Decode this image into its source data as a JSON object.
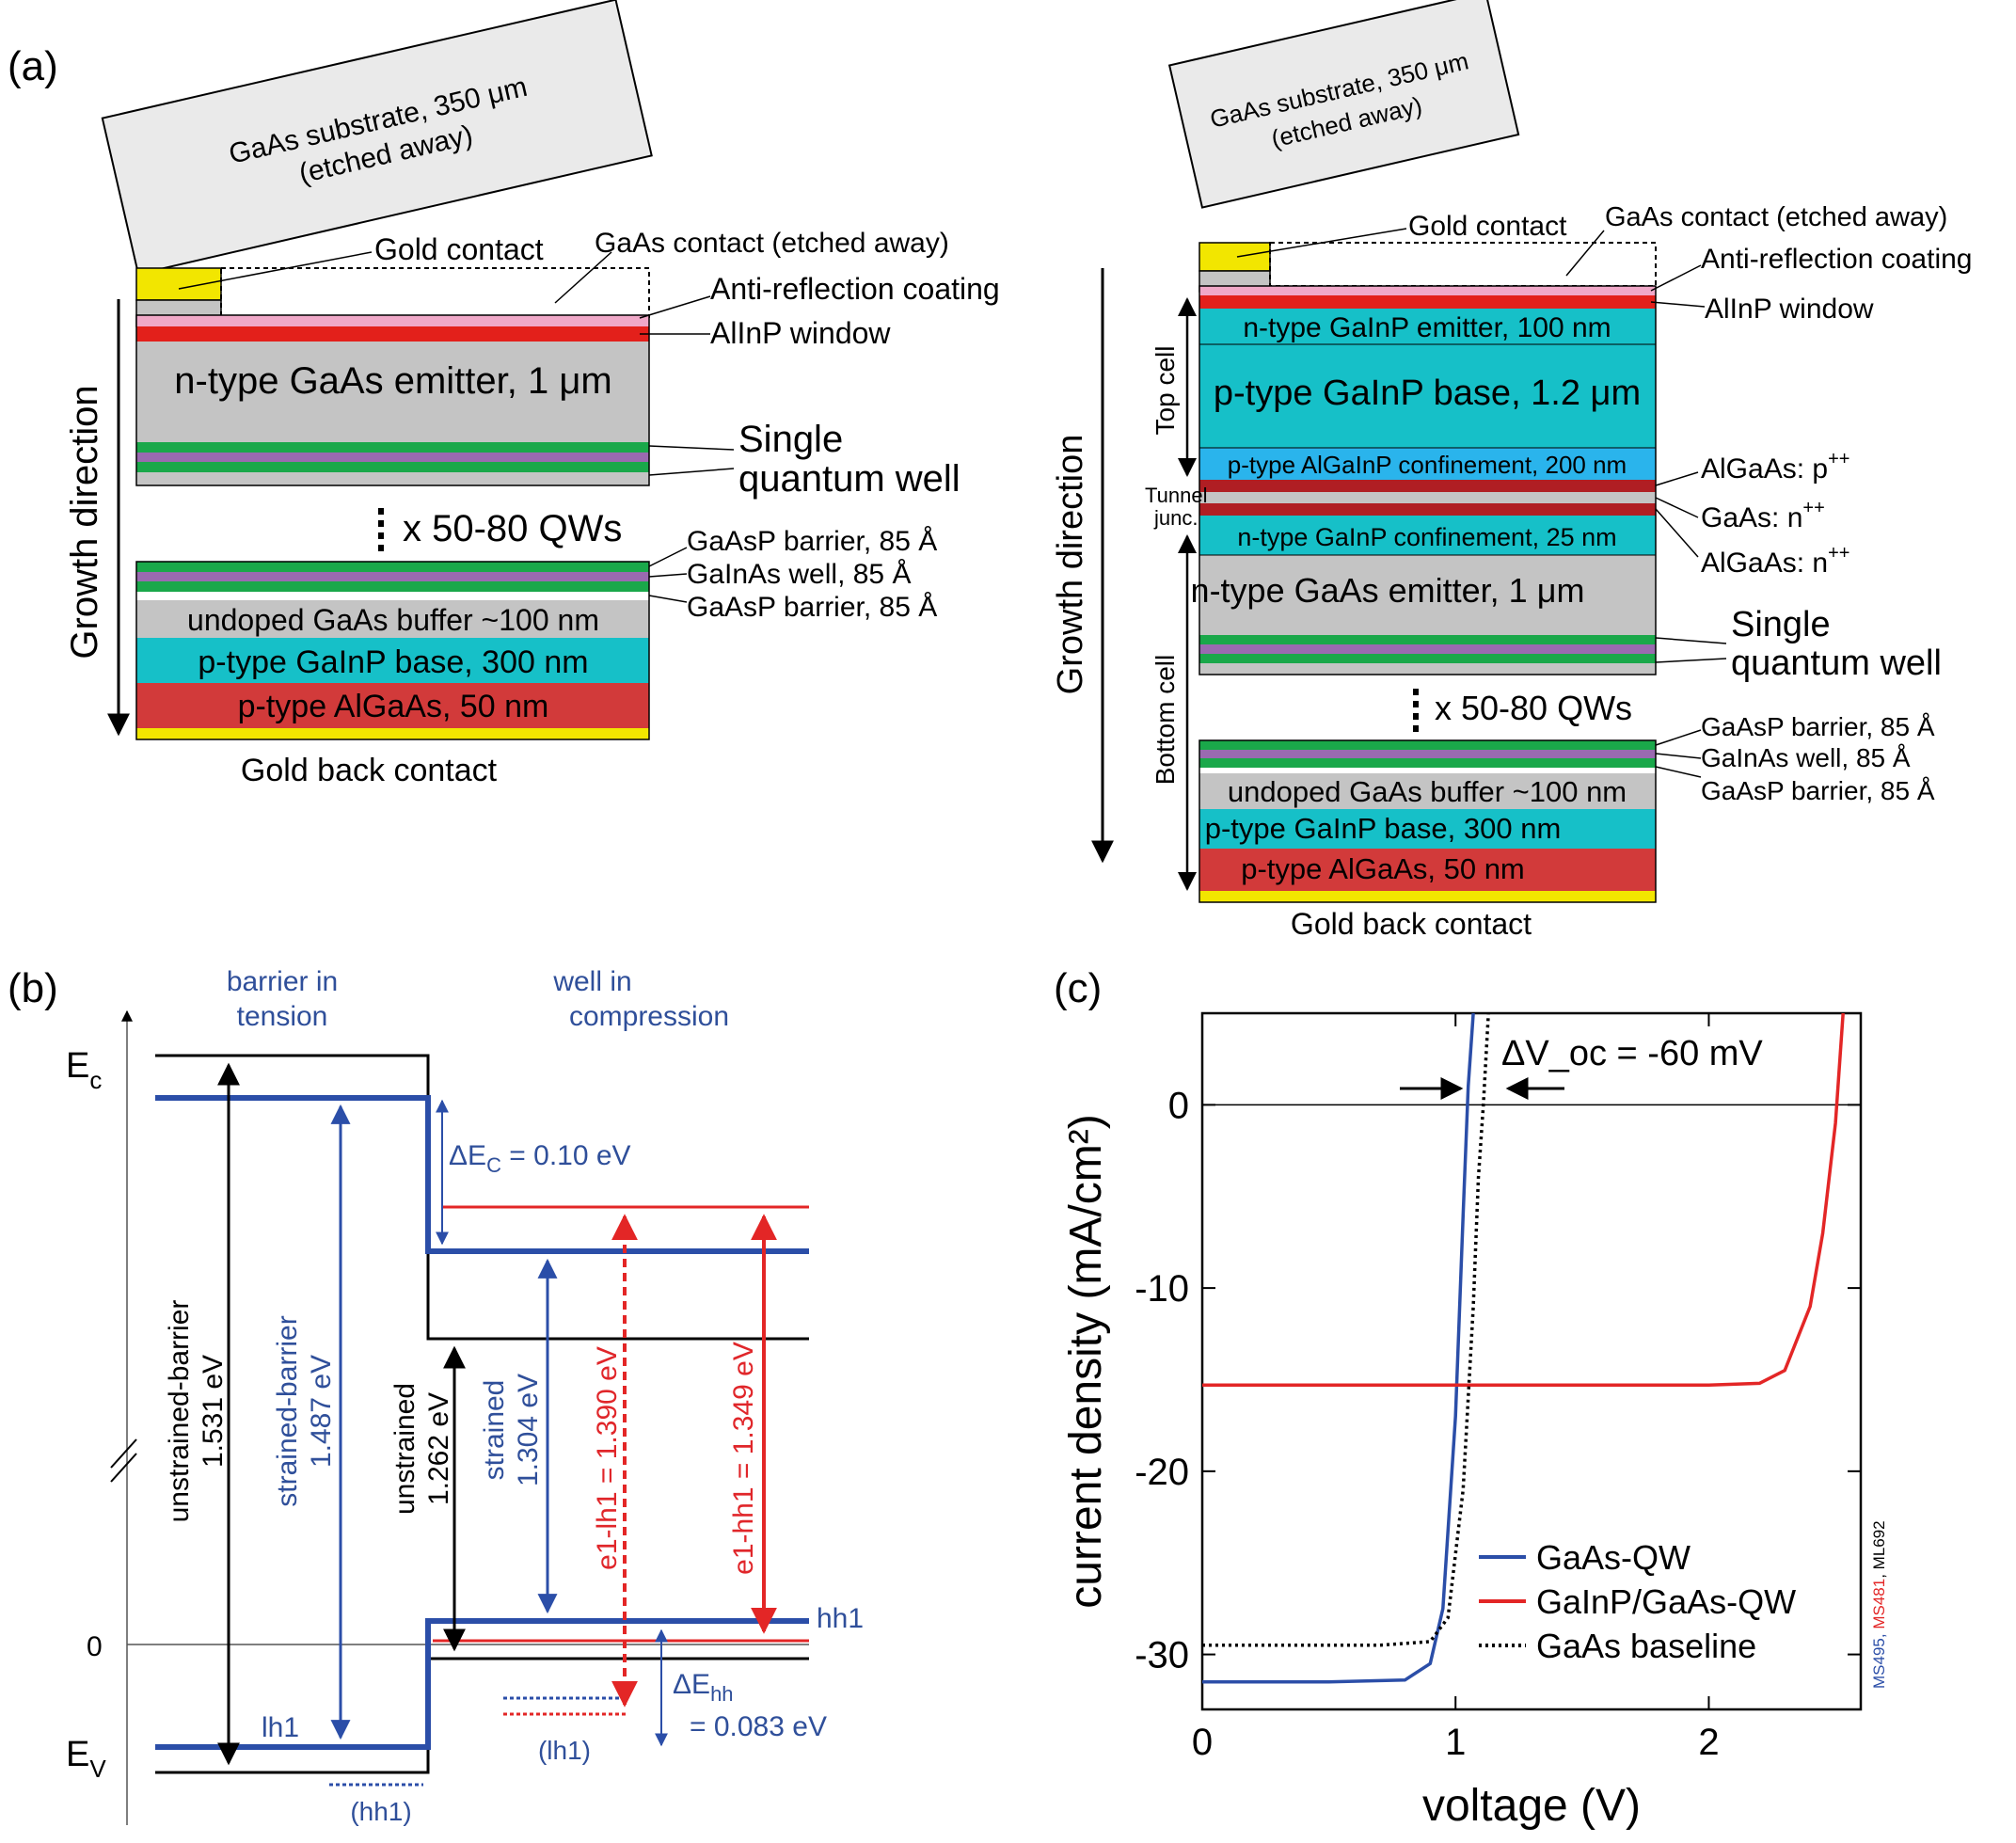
{
  "figure": {
    "panel_a_label": "(a)",
    "panel_b_label": "(b)",
    "panel_c_label": "(c)"
  },
  "colors": {
    "gold": "#f2e600",
    "gray_layer": "#c4c4c4",
    "pink_arc": "#f0a8c8",
    "red_window": "#e3201b",
    "green_barrier": "#1aa84a",
    "purple_well": "#9a6ab0",
    "teal_galnp": "#16c0c8",
    "blue_algainp": "#2ab4ec",
    "darkred_tunnel": "#b01e23",
    "red_algaas": "#d23a3a",
    "blue_text": "#2f4f9a",
    "red_text": "#e0262a",
    "line_blue": "#2b4ea8",
    "line_red": "#e32626"
  },
  "panel_a": {
    "left": {
      "substrate": [
        "GaAs substrate, 350 μm",
        "(etched away)"
      ],
      "gold_contact": "Gold contact",
      "gaas_contact": "GaAs contact (etched away)",
      "arc": "Anti-reflection coating",
      "window": "AlInP window",
      "emitter": "n-type GaAs emitter, 1 μm",
      "sqw_line1": "Single",
      "sqw_line2": "quantum well",
      "growth": "Growth direction",
      "qws": "x 50-80 QWs",
      "barrier1": "GaAsP barrier, 85 Å",
      "well": "GaInAs well, 85 Å",
      "barrier2": "GaAsP barrier, 85 Å",
      "buffer": "undoped GaAs buffer ~100 nm",
      "base": "p-type GaInP base, 300 nm",
      "algaas": "p-type AlGaAs, 50 nm",
      "back": "Gold back contact"
    },
    "right": {
      "substrate": [
        "GaAs substrate, 350 μm",
        "(etched away)"
      ],
      "gold_contact": "Gold contact",
      "gaas_contact": "GaAs contact (etched away)",
      "arc": "Anti-reflection coating",
      "window": "AlInP window",
      "top_emitter": "n-type GaInP emitter, 100 nm",
      "top_base": "p-type GaInP base, 1.2 μm",
      "confinement_top": "p-type AlGaInP confinement, 200 nm",
      "algaas_pp": "AlGaAs: p",
      "gaas_nn": "GaAs: n",
      "algaas_nn": "AlGaAs: n",
      "doping_mark": "++",
      "confinement_bot": "n-type GaInP confinement, 25 nm",
      "emitter": "n-type GaAs emitter, 1 μm",
      "sqw_line1": "Single",
      "sqw_line2": "quantum well",
      "top_cell": "Top cell",
      "tunnel1": "Tunnel",
      "tunnel2": "junc.",
      "bottom_cell": "Bottom cell",
      "growth": "Growth direction",
      "qws": "x 50-80 QWs",
      "barrier1": "GaAsP barrier, 85 Å",
      "well": "GaInAs well, 85 Å",
      "barrier2": "GaAsP barrier, 85 Å",
      "buffer": "undoped GaAs buffer ~100 nm",
      "base": "p-type GaInP base, 300 nm",
      "algaas": "p-type AlGaAs, 50 nm",
      "back": "Gold back contact"
    }
  },
  "panel_b": {
    "barrier_title": [
      "barrier in",
      "tension"
    ],
    "well_title": [
      "well in",
      "compression"
    ],
    "ec": "E",
    "ec_sub": "c",
    "ev": "E",
    "ev_sub": "V",
    "zero": "0",
    "delta_ec": "ΔE",
    "delta_ec_sub": "C",
    "delta_ec_val": " = 0.10 eV",
    "unstrained_barrier": [
      "unstrained-barrier",
      "1.531 eV"
    ],
    "strained_barrier": [
      "strained-barrier",
      "1.487 eV"
    ],
    "unstrained_well": [
      "unstrained",
      "1.262 eV"
    ],
    "strained_well": [
      "strained",
      "1.304 eV"
    ],
    "e1_lh1": "e1-lh1 = 1.390 eV",
    "e1_hh1": "e1-hh1 = 1.349 eV",
    "hh1": "hh1",
    "lh1": "lh1",
    "hh1_paren": "(hh1)",
    "lh1_paren": "(lh1)",
    "delta_hh": "ΔE",
    "delta_hh_sub": "hh",
    "delta_hh_val": "= 0.083 eV"
  },
  "chart_data": {
    "type": "line",
    "xlabel": "voltage (V)",
    "ylabel": "current density (mA/cm²)",
    "xlim": [
      0,
      2.6
    ],
    "ylim": [
      -33,
      5
    ],
    "xticks": [
      0,
      1,
      2
    ],
    "yticks": [
      0,
      -10,
      -20,
      -30
    ],
    "annotation": "ΔV_oc = -60 mV",
    "sample_ids": [
      "MS495",
      "MS481",
      "ML692"
    ],
    "legend_position": "bottom-right",
    "series": [
      {
        "name": "GaAs-QW",
        "color": "#2b4ea8",
        "style": "solid",
        "x": [
          0,
          0.5,
          0.8,
          0.9,
          0.95,
          1.0,
          1.03,
          1.05,
          1.07
        ],
        "y": [
          -31.5,
          -31.5,
          -31.4,
          -30.5,
          -27.5,
          -17.0,
          -6.0,
          1.0,
          5.0
        ]
      },
      {
        "name": "GaInP/GaAs-QW",
        "color": "#e32626",
        "style": "solid",
        "x": [
          0,
          1.0,
          2.0,
          2.2,
          2.3,
          2.4,
          2.45,
          2.5,
          2.53
        ],
        "y": [
          -15.3,
          -15.3,
          -15.3,
          -15.2,
          -14.5,
          -11.0,
          -7.0,
          -1.0,
          5.0
        ]
      },
      {
        "name": "GaAs baseline",
        "color": "#000000",
        "style": "dotted",
        "x": [
          0,
          0.7,
          0.9,
          0.97,
          1.03,
          1.07,
          1.09,
          1.11,
          1.13
        ],
        "y": [
          -29.5,
          -29.5,
          -29.3,
          -28.0,
          -21.0,
          -11.0,
          -4.0,
          0,
          5.0
        ]
      }
    ]
  }
}
